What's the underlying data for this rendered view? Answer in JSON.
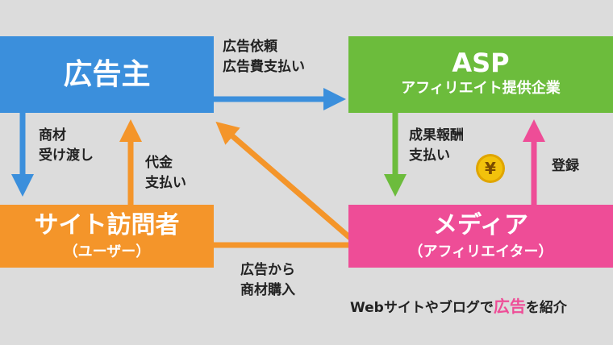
{
  "nodes": {
    "advertiser": {
      "title": "広告主"
    },
    "asp": {
      "title": "ASP",
      "subtitle": "アフィリエイト提供企業"
    },
    "visitor": {
      "title": "サイト訪問者",
      "subtitle": "（ユーザー）"
    },
    "media": {
      "title": "メディア",
      "subtitle": "（アフィリエイター）"
    }
  },
  "edges": {
    "advertiser_to_asp": {
      "line1": "広告依頼",
      "line2": "広告費支払い"
    },
    "advertiser_to_visitor": {
      "line1": "商材",
      "line2": "受け渡し"
    },
    "visitor_to_advertiser": {
      "line1": "代金",
      "line2": "支払い"
    },
    "asp_to_media": {
      "line1": "成果報酬",
      "line2": "支払い"
    },
    "media_to_asp": {
      "line1": "登録"
    },
    "media_to_visitor": {
      "line1": "広告から",
      "line2": "商材購入"
    }
  },
  "coin": {
    "symbol": "¥",
    "color": "#f2c20c"
  },
  "caption": {
    "pre": "Webサイトやブログで",
    "highlight": "広告",
    "post": "を紹介"
  },
  "colors": {
    "blue": "#3b8fdc",
    "green": "#6cbc3c",
    "orange": "#f4952a",
    "pink": "#ee4d97",
    "background": "#dcdcdc"
  }
}
